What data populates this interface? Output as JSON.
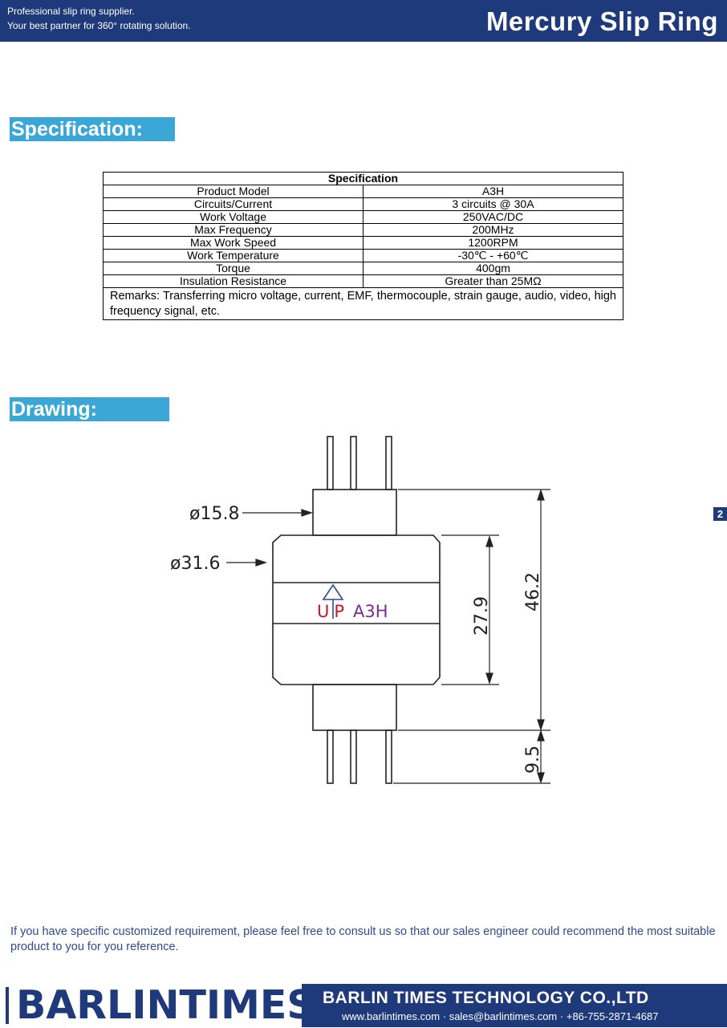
{
  "header": {
    "tagline_1": "Professional slip ring supplier.",
    "tagline_2": "Your best partner for 360° rotating solution.",
    "title": "Mercury Slip Ring"
  },
  "sections": {
    "specification": "Specification:",
    "drawing": "Drawing:"
  },
  "spec_table": {
    "header": "Specification",
    "rows": [
      [
        "Product Model",
        "A3H"
      ],
      [
        "Circuits/Current",
        "3 circuits @ 30A"
      ],
      [
        "Work Voltage",
        "250VAC/DC"
      ],
      [
        "Max Frequency",
        "200MHz"
      ],
      [
        "Max Work Speed",
        "1200RPM"
      ],
      [
        "Work Temperature",
        "-30℃ - +60℃"
      ],
      [
        "Torque",
        "400gm"
      ],
      [
        "Insulation Resistance",
        "Greater than 25MΩ"
      ]
    ],
    "remarks": "Remarks: Transferring micro voltage, current, EMF, thermocouple, strain gauge, audio, video, high frequency signal, etc."
  },
  "drawing": {
    "dim_small_dia": "ø15.8",
    "dim_large_dia": "ø31.6",
    "dim_body_height": "27.9",
    "dim_total_height": "46.2",
    "dim_lead_length": "9.5",
    "label_brand": "UP",
    "label_model": "A3H"
  },
  "page_number": "2",
  "note": "If you have specific customized requirement, please feel free to consult us so that our sales engineer could recommend the most suitable product to you for you reference.",
  "footer": {
    "logo_text": "BARLINTIMES",
    "company": "BARLIN TIMES TECHNOLOGY CO.,LTD",
    "website": "www.barlintimes.com",
    "email": "sales@barlintimes.com",
    "phone": "+86-755-2871-4687",
    "separator": "·"
  }
}
